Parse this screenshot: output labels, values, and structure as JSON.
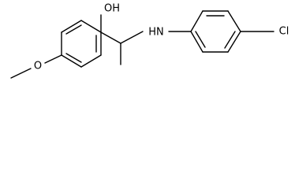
{
  "molecule": {
    "labels": {
      "hydroxyl": "OH",
      "amine": "HN",
      "chloro": "Cl",
      "methoxy_oxygen": "O"
    },
    "colors": {
      "bond": "#000000",
      "label": "#000000",
      "background": "#ffffff"
    }
  }
}
